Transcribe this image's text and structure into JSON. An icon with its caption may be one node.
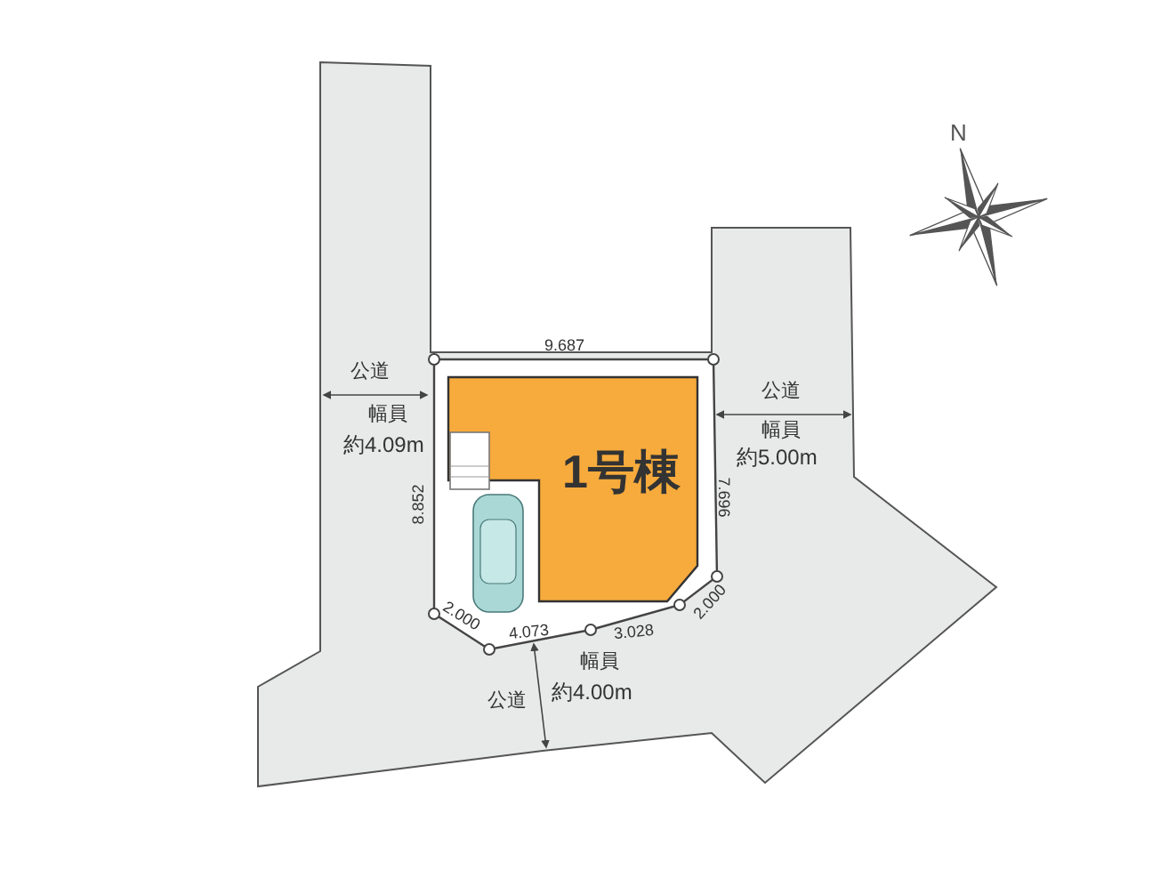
{
  "diagram": {
    "nodes": [
      {
        "text": [
          "1号棟"
        ]
      }
    ],
    "labels": [
      "N",
      "9.687",
      "公道",
      "幅員",
      "約4.09m",
      "公道",
      "幅員",
      "約5.00m",
      "8.852",
      "7.696",
      "2.000",
      "4.073",
      "3.028",
      "2.000",
      "幅員",
      "約4.00m",
      "公道"
    ]
  }
}
